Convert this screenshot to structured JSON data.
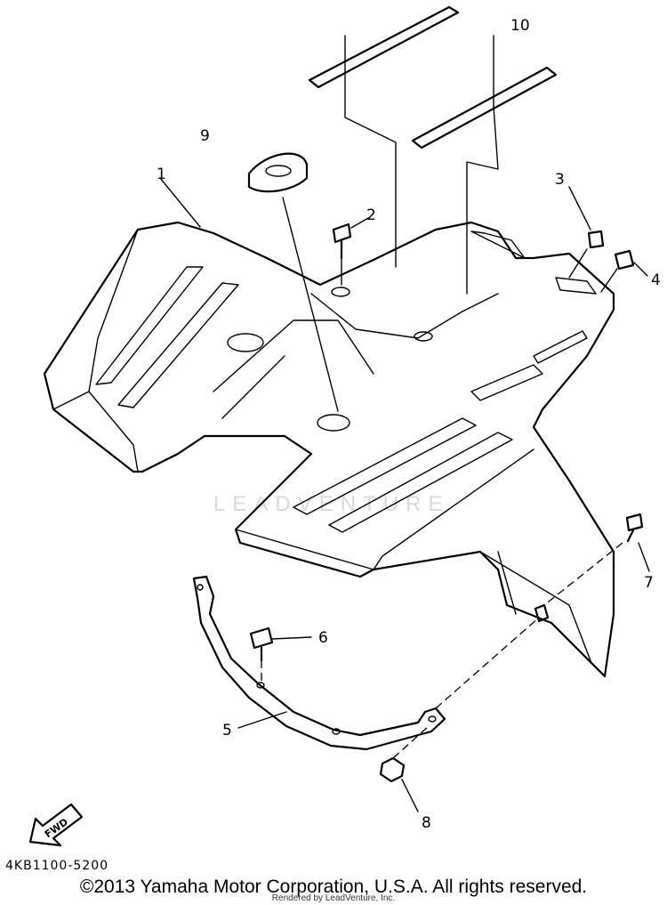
{
  "diagram": {
    "callouts": [
      {
        "id": "1",
        "label": "1"
      },
      {
        "id": "2",
        "label": "2"
      },
      {
        "id": "3",
        "label": "3"
      },
      {
        "id": "4",
        "label": "4"
      },
      {
        "id": "5",
        "label": "5"
      },
      {
        "id": "6",
        "label": "6"
      },
      {
        "id": "7",
        "label": "7"
      },
      {
        "id": "8",
        "label": "8"
      },
      {
        "id": "9",
        "label": "9"
      },
      {
        "id": "10",
        "label": "10"
      }
    ],
    "direction_badge": "FWD",
    "part_code": "4KB1100-5200",
    "watermark": "LEADVENTURE"
  },
  "footer": {
    "copyright": "©2013 Yamaha Motor Corporation, U.S.A. All rights reserved.",
    "rendered_by": "Rendered by LeadVenture, Inc."
  }
}
